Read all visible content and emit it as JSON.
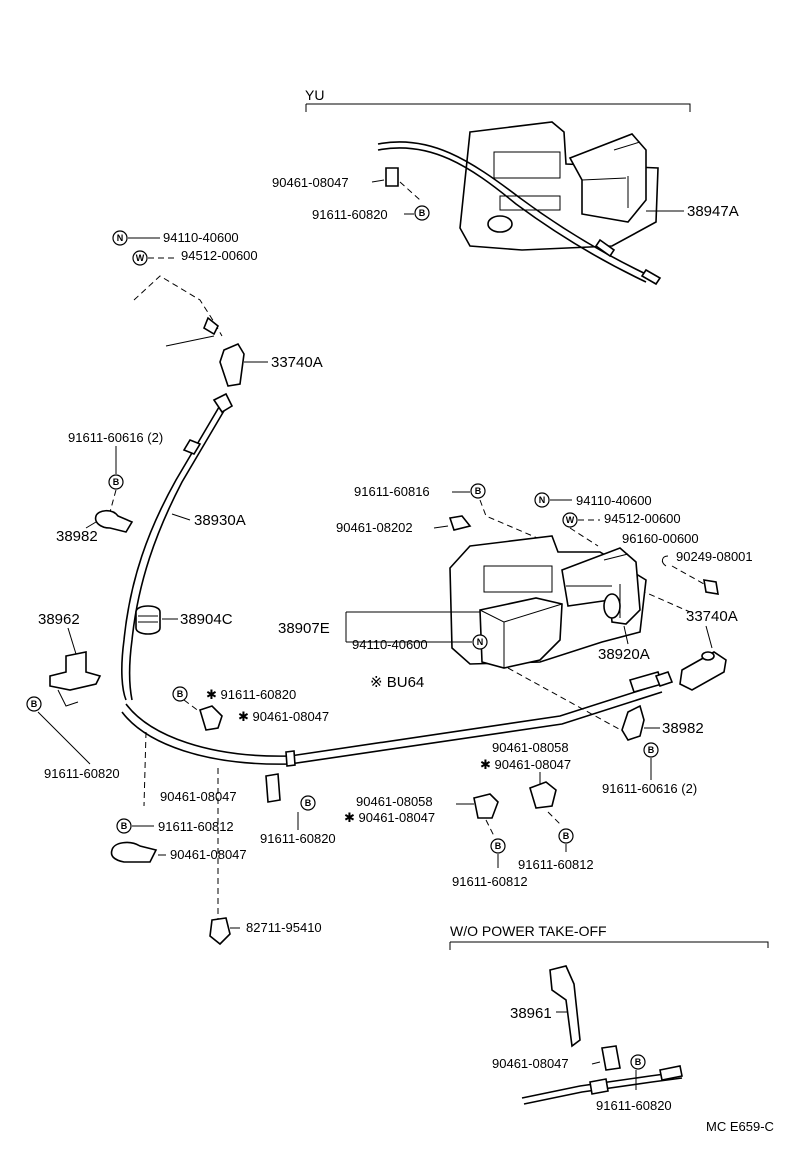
{
  "sections": {
    "yu": "YU",
    "bu64": "※ BU64",
    "wo_pto": "W/O POWER TAKE-OFF"
  },
  "parts": {
    "p_90461_08047_yu": "90461-08047",
    "p_91611_60820_yu": "91611-60820",
    "p_38947A": "38947A",
    "p_94110_40600_top": "94110-40600",
    "p_94512_00600_top": "94512-00600",
    "p_33740A_left": "33740A",
    "p_91611_60616_left": "91611-60616 (2)",
    "p_38930A": "38930A",
    "p_38982_left": "38982",
    "p_38962": "38962",
    "p_38904C": "38904C",
    "p_91611_60820_left": "91611-60820",
    "p_91611_60820_mid1": "✱ 91611-60820",
    "p_90461_08047_mid1": "✱ 90461-08047",
    "p_90461_08047_mid2": "90461-08047",
    "p_91611_60820_mid2": "91611-60820",
    "p_91611_60812_left": "91611-60812",
    "p_90461_08047_bottom": "90461-08047",
    "p_82711_95410": "82711-95410",
    "p_91611_60816": "91611-60816",
    "p_90461_08202": "90461-08202",
    "p_94110_40600_r": "94110-40600",
    "p_94512_00600_r": "94512-00600",
    "p_96160_00600": "96160-00600",
    "p_90249_08001": "90249-08001",
    "p_38907E": "38907E",
    "p_94110_40600_box": "94110-40600",
    "p_38920A": "38920A",
    "p_33740A_right": "33740A",
    "p_38982_right": "38982",
    "p_91611_60616_right": "91611-60616 (2)",
    "p_90461_08058_a": "90461-08058",
    "p_90461_08047_a": "✱ 90461-08047",
    "p_91611_60812_a": "91611-60812",
    "p_90461_08058_b": "90461-08058",
    "p_90461_08047_b": "✱ 90461-08047",
    "p_91611_60812_b": "91611-60812",
    "p_38961": "38961",
    "p_90461_08047_wo": "90461-08047",
    "p_91611_60820_wo": "91611-60820"
  },
  "symbols": {
    "bolt": "B",
    "nut": "N",
    "washer": "W"
  },
  "figure_code": "MC E659-C"
}
